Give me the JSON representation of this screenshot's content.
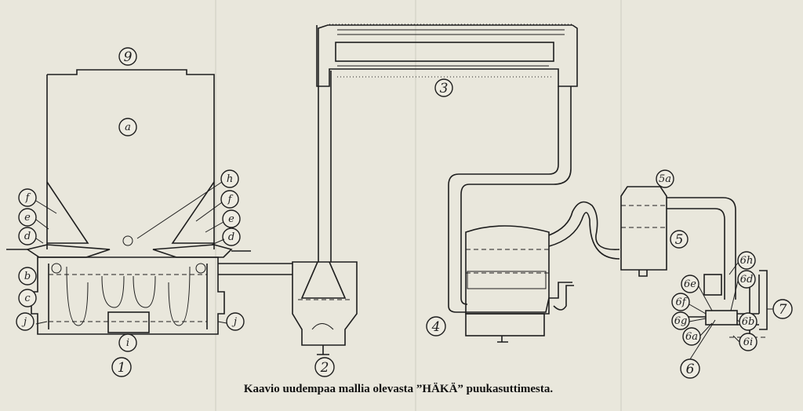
{
  "caption": "Kaavio uudempaa mallia olevasta ”HÄKÄ” puukasuttimesta.",
  "units": {
    "u1": "1",
    "u2": "2",
    "u3": "3",
    "u4": "4",
    "u5": "5",
    "u6": "6",
    "u7": "7",
    "u9": "9"
  },
  "parts": {
    "a": "a",
    "b": "b",
    "c": "c",
    "d_left": "d",
    "d_right": "d",
    "e_left": "e",
    "e_right": "e",
    "f_left": "f",
    "f_right": "f",
    "h": "h",
    "i": "i",
    "j_left": "j",
    "j_right": "j",
    "s5a": "5a",
    "s6a": "6a",
    "s6b": "6b",
    "s6d": "6d",
    "s6e": "6e",
    "s6f": "6f",
    "s6g": "6g",
    "s6h": "6h",
    "s6i": "6i"
  }
}
